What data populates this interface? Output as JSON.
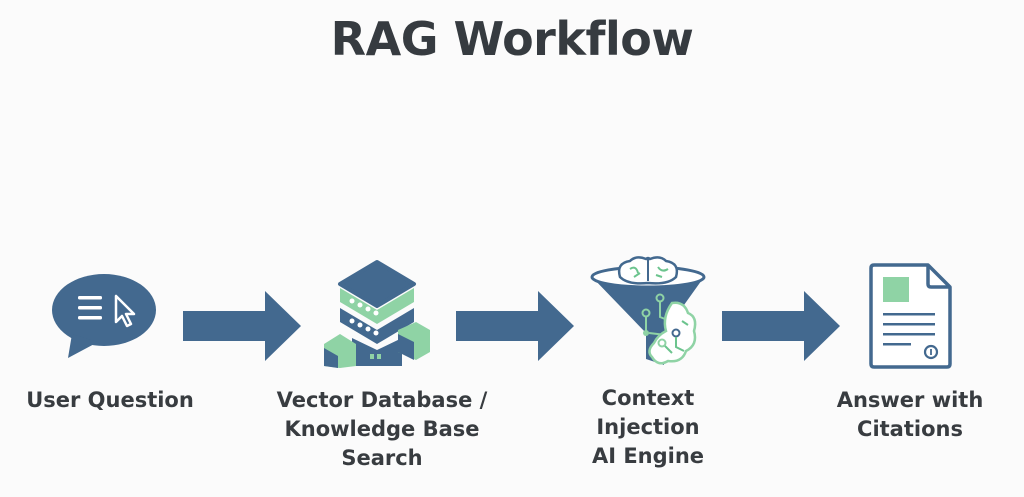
{
  "title": "RAG Workflow",
  "colors": {
    "primary": "#43698f",
    "accent": "#8fd3a5",
    "text": "#363b40",
    "background": "#fbfbfb"
  },
  "steps": [
    {
      "id": "user-question",
      "label": "User Question",
      "icon": "speech-bubble-cursor-icon"
    },
    {
      "id": "vector-db",
      "label": "Vector Database /\nKnowledge Base\nSearch",
      "icon": "database-server-icon"
    },
    {
      "id": "context-injection",
      "label": "Context\nInjection\nAI Engine",
      "icon": "funnel-brain-icon"
    },
    {
      "id": "answer",
      "label": "Answer with\nCitations",
      "icon": "document-citation-icon"
    }
  ],
  "connectors": [
    {
      "from": "user-question",
      "to": "vector-db",
      "icon": "arrow-right-icon"
    },
    {
      "from": "vector-db",
      "to": "context-injection",
      "icon": "arrow-right-icon"
    },
    {
      "from": "context-injection",
      "to": "answer",
      "icon": "arrow-right-icon"
    }
  ]
}
